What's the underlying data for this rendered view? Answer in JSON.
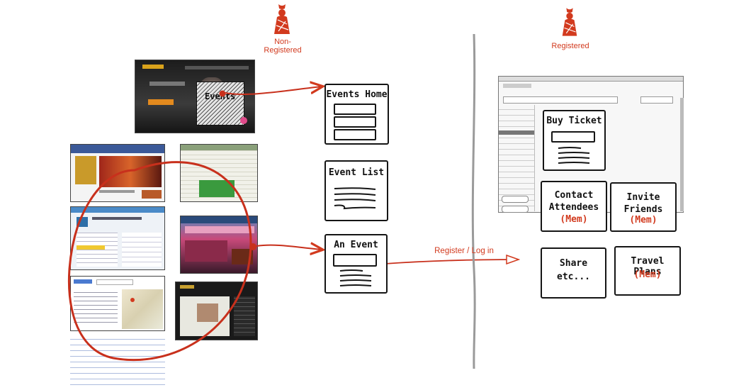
{
  "labels": {
    "non_registered": "Non-\nRegistered",
    "registered": "Registered",
    "register_login": "Register / Log in"
  },
  "screenshots": {
    "hero_events_text": "Events"
  },
  "wireframes": {
    "events_home": "Events Home",
    "event_list": "Event List",
    "an_event": "An Event"
  },
  "registered_cards": {
    "buy_ticket": "Buy Ticket",
    "contact_attendees": "Contact\nAttendees",
    "contact_mem": "(Mem)",
    "invite_friends": "Invite\nFriends",
    "invite_mem": "(Mem)",
    "share": "Share\netc...",
    "travel_plans": "Travel Plans",
    "travel_mem": "(Mem)"
  },
  "colors": {
    "accent_red": "#d23a1e",
    "ink": "#151515"
  }
}
